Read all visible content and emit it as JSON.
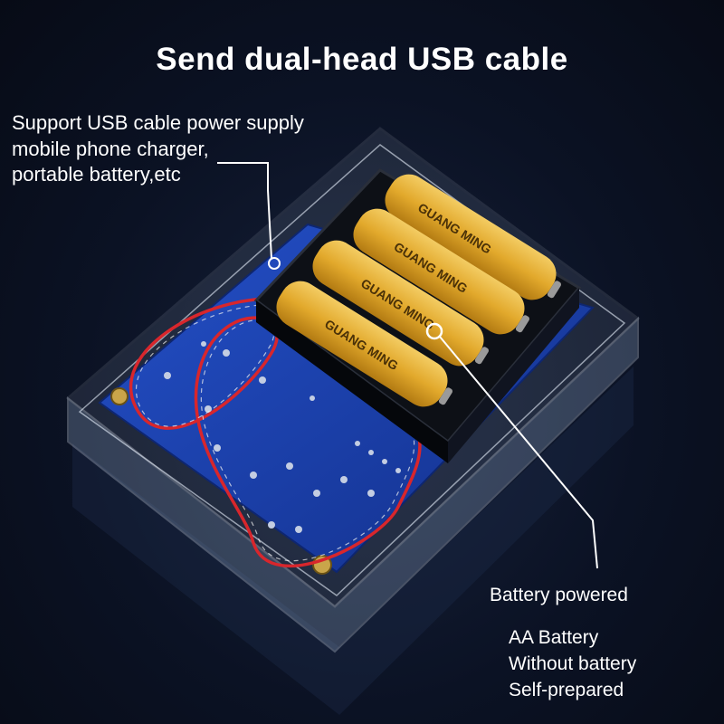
{
  "title": "Send dual-head USB cable",
  "usb_note": {
    "lines": [
      "Support USB cable power supply",
      "mobile phone charger,",
      "portable battery,etc"
    ]
  },
  "battery_note": {
    "label": "Battery powered",
    "lines": [
      "AA Battery",
      "Without battery",
      "Self-prepared"
    ]
  },
  "battery_brand": "GUANG MING",
  "battery_count": 4,
  "colors": {
    "background": "#0b1224",
    "board": "#1a3fb0",
    "battery": "#e2a92c",
    "wire": "#d8262c",
    "text": "#ffffff"
  }
}
